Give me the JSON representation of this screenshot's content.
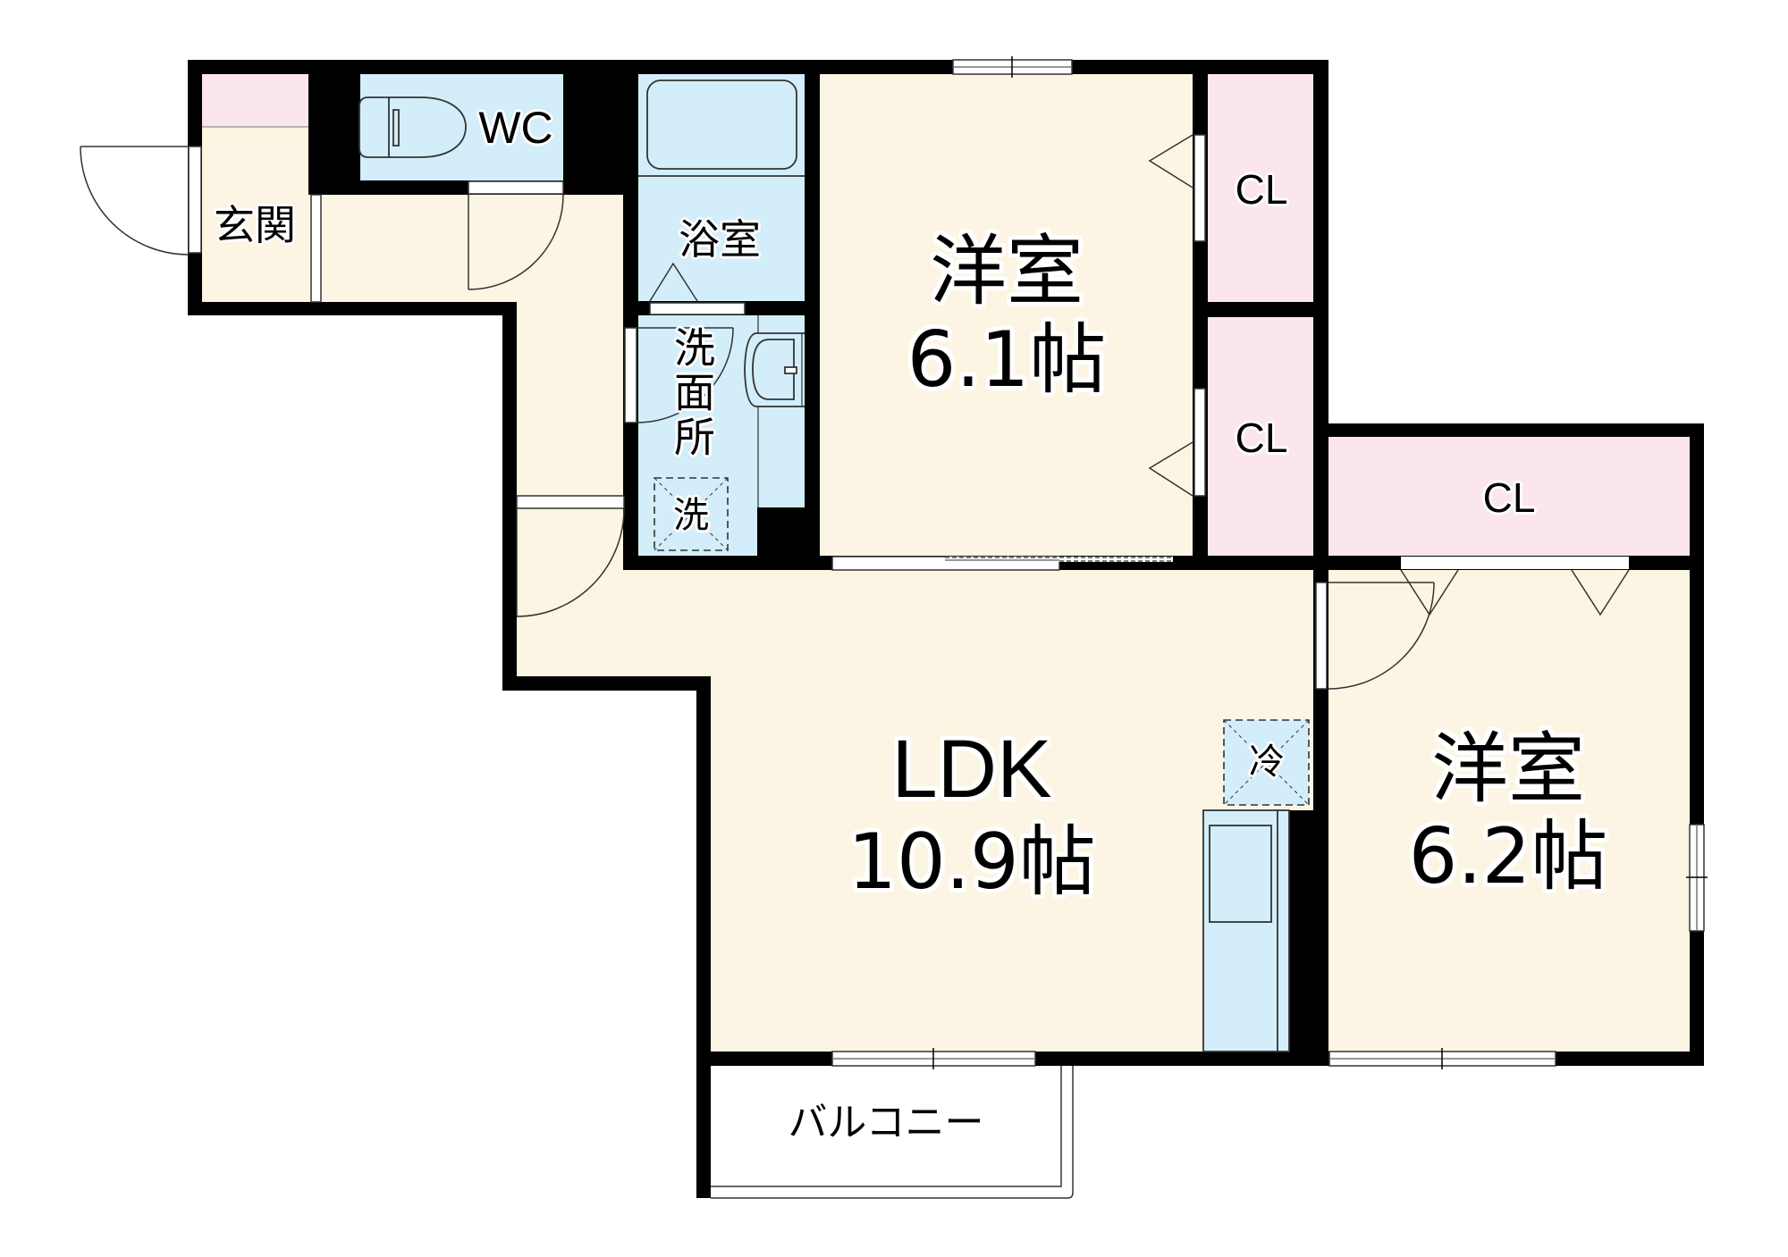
{
  "floor_plan": {
    "rooms": {
      "entrance": {
        "label": "玄関"
      },
      "toilet": {
        "label": "WC"
      },
      "bathroom": {
        "label": "浴室"
      },
      "washroom": {
        "label": "洗面所"
      },
      "western_room_north": {
        "label": "洋室",
        "area": "6.1帖"
      },
      "western_room_east": {
        "label": "洋室",
        "area": "6.2帖"
      },
      "ldk": {
        "label": "LDK",
        "area": "10.9帖"
      },
      "balcony": {
        "label": "バルコニー"
      }
    },
    "closets": [
      {
        "label": "CL"
      },
      {
        "label": "CL"
      },
      {
        "label": "CL"
      }
    ],
    "fixtures": {
      "washing_machine_space": {
        "label": "洗"
      },
      "refrigerator_space": {
        "label": "冷"
      }
    }
  },
  "colors": {
    "floor": "#FDF5E3",
    "wet_area": "#D3EEFA",
    "storage": "#FCE6EE",
    "wall": "#000000",
    "opening": "#FFFFFF",
    "line": "#333333"
  }
}
